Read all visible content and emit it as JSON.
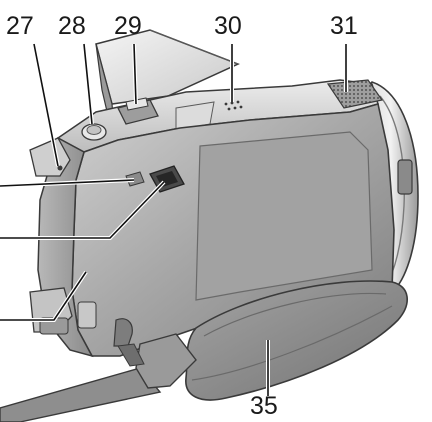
{
  "callouts": [
    {
      "id": "c27",
      "label": "27"
    },
    {
      "id": "c28",
      "label": "28"
    },
    {
      "id": "c29",
      "label": "29"
    },
    {
      "id": "c30",
      "label": "30"
    },
    {
      "id": "c31",
      "label": "31"
    },
    {
      "id": "c35",
      "label": "35"
    }
  ],
  "colors": {
    "body": "#a6a6a6",
    "body_dark": "#6f6f6f",
    "body_light": "#d4d4d4",
    "strap": "#8e8e8e",
    "outline": "#3a3a3a",
    "leader": "#111111"
  }
}
